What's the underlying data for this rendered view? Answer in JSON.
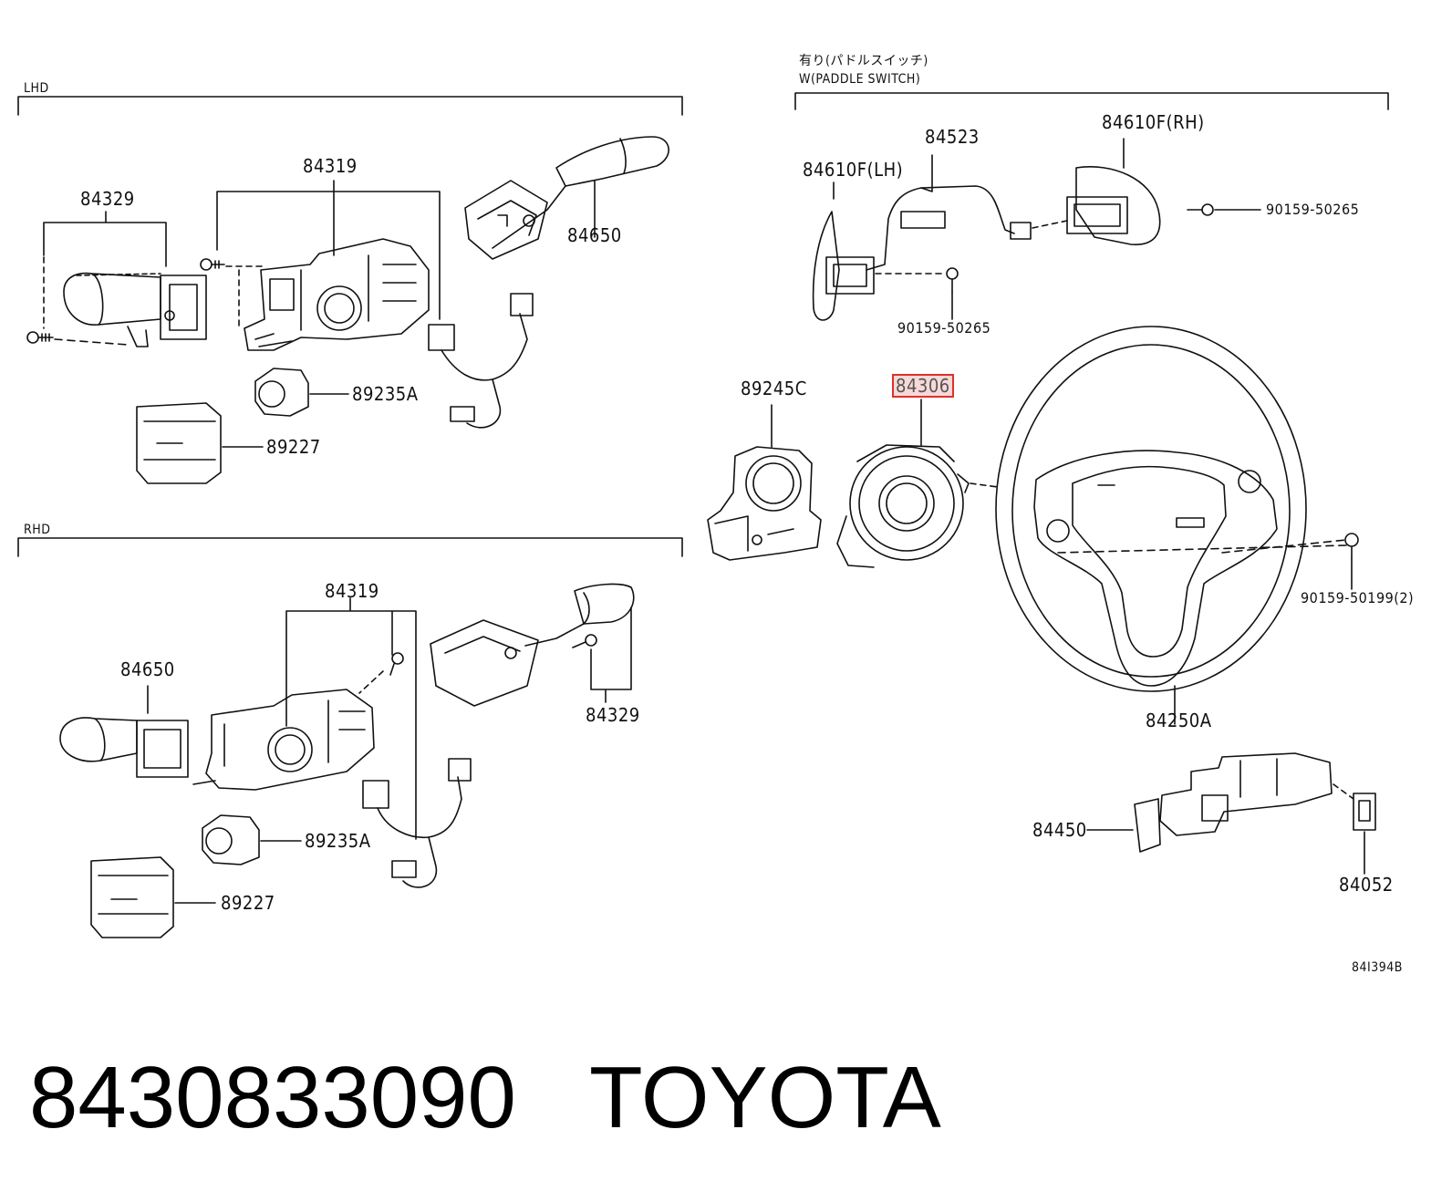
{
  "sections": {
    "lhd": "LHD",
    "rhd": "RHD",
    "paddle_jp": "有り(パドルスイッチ)",
    "paddle_en": "W(PADDLE SWITCH)"
  },
  "parts": {
    "p84329_lhd": "84329",
    "p84319_lhd": "84319",
    "p84650_lhd": "84650",
    "p89235a_lhd": "89235A",
    "p89227_lhd": "89227",
    "p84319_rhd": "84319",
    "p84650_rhd": "84650",
    "p84329_rhd": "84329",
    "p89235a_rhd": "89235A",
    "p89227_rhd": "89227",
    "p84610f_lh": "84610F(LH)",
    "p84523": "84523",
    "p84610f_rh": "84610F(RH)",
    "p90159_50265_r": "90159-50265",
    "p90159_50265_l": "90159-50265",
    "p89245c": "89245C",
    "p84306": "84306",
    "p84250a": "84250A",
    "p90159_50199": "90159-50199(2)",
    "p84450": "84450",
    "p84052": "84052"
  },
  "drawing_code": "84I394B",
  "footer": {
    "part_number": "8430833090",
    "brand": "TOYOTA"
  },
  "colors": {
    "line": "#111111",
    "highlight_border": "#e0302a",
    "highlight_fill": "#f6d9d8"
  }
}
